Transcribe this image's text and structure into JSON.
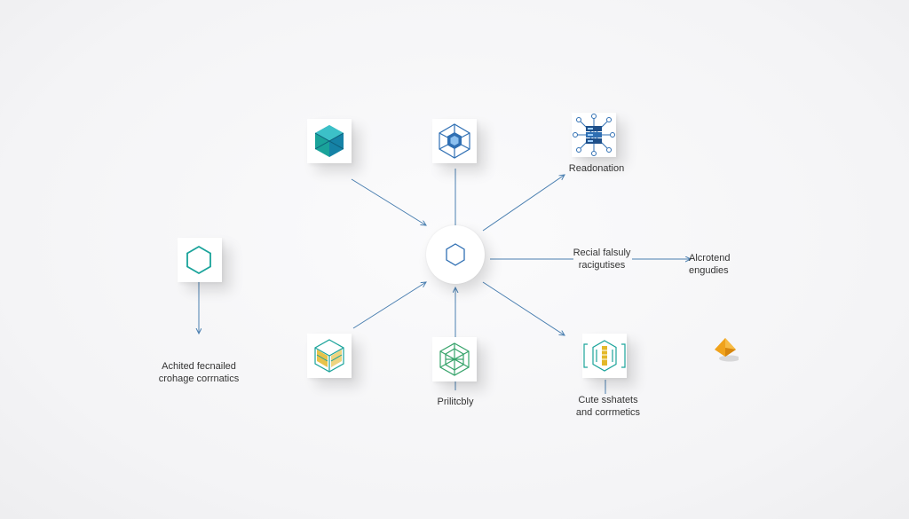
{
  "diagram": {
    "labels": {
      "top_right": [
        "Readonation"
      ],
      "right_middle": [
        "Recial falsuly",
        "racigutises"
      ],
      "far_right": [
        "Alcrotend",
        "engudies"
      ],
      "left": [
        "Achited fecnailed",
        "crohage corrnatics"
      ],
      "bottom_center": [
        "Prilitcbly"
      ],
      "bottom_right": [
        "Cute sshatets",
        "and corrmetics"
      ]
    },
    "colors": {
      "edge": "#4a7fb0",
      "teal": "#1aa39a",
      "blue": "#2f6fb3",
      "green": "#36a36a",
      "yellow": "#e3b82a",
      "orange": "#f0a21b"
    },
    "icons": {
      "top_left": "teal-cube-icon",
      "top_center": "blue-hexagon-network-icon",
      "top_right": "server-network-icon",
      "hub": "hexagon-hub-icon",
      "left": "teal-hexagon-icon",
      "bottom_left": "yellow-cube-icon",
      "bottom_center": "green-hexagon-network-icon",
      "bottom_right": "data-bracket-icon",
      "far_right": "orange-gem-icon"
    }
  }
}
